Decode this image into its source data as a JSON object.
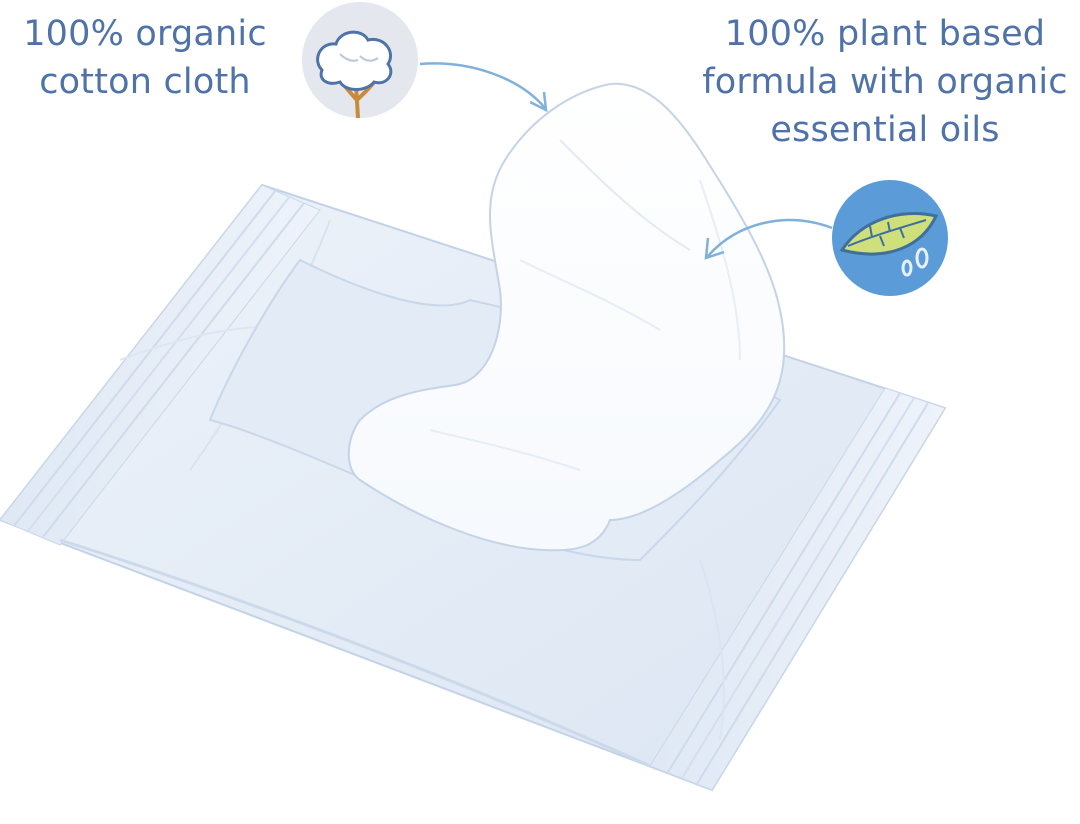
{
  "callouts": {
    "cotton": {
      "lines": [
        "100% organic",
        "cotton cloth"
      ],
      "icon": "cotton-boll-icon"
    },
    "formula": {
      "lines": [
        "100% plant based",
        "formula with organic",
        "essential oils"
      ],
      "icon": "leaf-with-drops-icon"
    }
  },
  "colors": {
    "text": "#4f73a8",
    "arrow": "#7fb1da",
    "cotton_badge": "#e4e8ee",
    "leaf_badge": "#5a9bd8",
    "leaf": "#cfe07a",
    "cotton_stem": "#c98a3a",
    "package": "#e6eef8",
    "package_edge": "#c3d2e6"
  }
}
